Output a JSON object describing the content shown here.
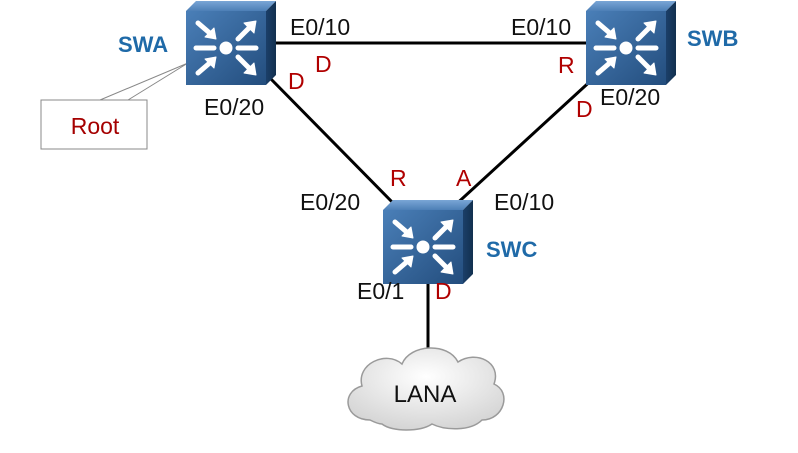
{
  "colors": {
    "switch_face": "#2f5f96",
    "switch_name": "#1f6aa8",
    "role_label": "#b00000",
    "root_text": "#a50000",
    "link": "#000000"
  },
  "switches": {
    "swa": {
      "name": "SWA",
      "icon": "switch-arrows-icon"
    },
    "swb": {
      "name": "SWB",
      "icon": "switch-arrows-icon"
    },
    "swc": {
      "name": "SWC",
      "icon": "switch-arrows-icon"
    }
  },
  "root_callout": {
    "text": "Root"
  },
  "links": {
    "swa_swb": {
      "a_port": "E0/10",
      "a_role": "D",
      "b_port": "E0/10",
      "b_role": "R"
    },
    "swa_swc": {
      "a_port": "E0/20",
      "a_role": "D",
      "c_port": "E0/20",
      "c_role": "R"
    },
    "swb_swc": {
      "b_port": "E0/20",
      "b_role": "D",
      "c_port": "E0/10",
      "c_role": "A"
    },
    "swc_lan": {
      "c_port": "E0/1",
      "c_role": "D"
    }
  },
  "lan": {
    "label": "LANA",
    "icon": "cloud-icon"
  }
}
